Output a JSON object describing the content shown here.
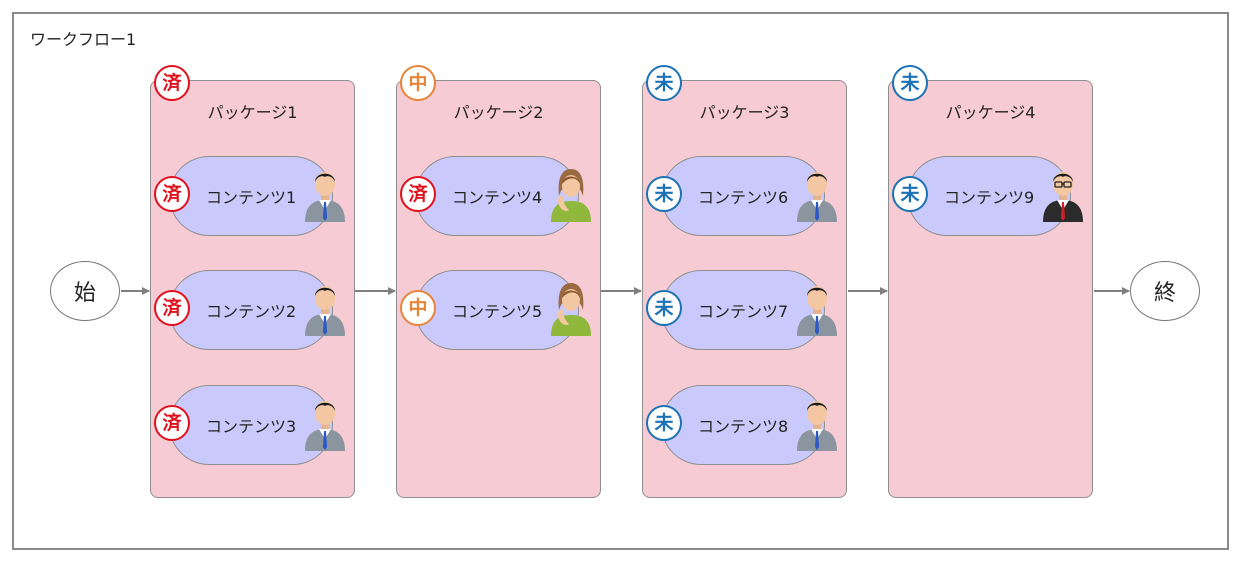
{
  "workflow": {
    "title": "ワークフロー1"
  },
  "start_node": {
    "label": "始"
  },
  "end_node": {
    "label": "終"
  },
  "status_colors": {
    "済": "#e0101c",
    "中": "#e8843a",
    "未": "#1c72b4"
  },
  "packages": [
    {
      "title": "パッケージ1",
      "status": "済",
      "contents": [
        {
          "label": "コンテンツ1",
          "status": "済",
          "assignee_icon": "businessman-icon"
        },
        {
          "label": "コンテンツ2",
          "status": "済",
          "assignee_icon": "businessman-icon"
        },
        {
          "label": "コンテンツ3",
          "status": "済",
          "assignee_icon": "businessman-icon"
        }
      ]
    },
    {
      "title": "パッケージ2",
      "status": "中",
      "contents": [
        {
          "label": "コンテンツ4",
          "status": "済",
          "assignee_icon": "businesswoman-icon"
        },
        {
          "label": "コンテンツ5",
          "status": "中",
          "assignee_icon": "businesswoman-icon"
        }
      ]
    },
    {
      "title": "パッケージ3",
      "status": "未",
      "contents": [
        {
          "label": "コンテンツ6",
          "status": "未",
          "assignee_icon": "businessman-icon"
        },
        {
          "label": "コンテンツ7",
          "status": "未",
          "assignee_icon": "businessman-icon"
        },
        {
          "label": "コンテンツ8",
          "status": "未",
          "assignee_icon": "businessman-icon"
        }
      ]
    },
    {
      "title": "パッケージ4",
      "status": "未",
      "contents": [
        {
          "label": "コンテンツ9",
          "status": "未",
          "assignee_icon": "manager-icon"
        }
      ]
    }
  ]
}
